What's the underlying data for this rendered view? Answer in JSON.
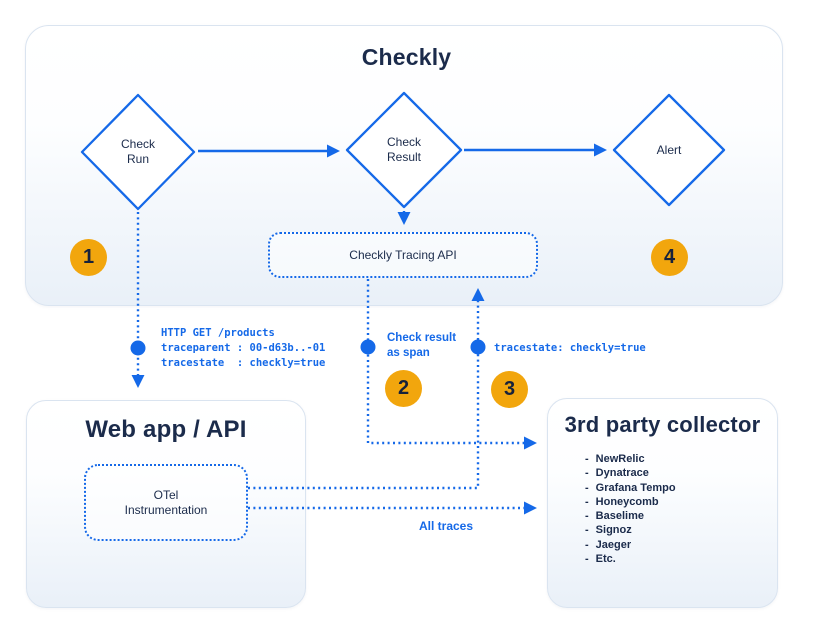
{
  "colors": {
    "accent_blue": "#1569E8",
    "badge_orange": "#F2A60D",
    "navy_text": "#1B2B4B"
  },
  "top_panel": {
    "title": "Checkly",
    "check_run": "Check\nRun",
    "check_result": "Check\nResult",
    "alert": "Alert",
    "tracing_api": "Checkly Tracing API"
  },
  "badges": {
    "one": "1",
    "two": "2",
    "three": "3",
    "four": "4"
  },
  "annotations": {
    "http_request": "HTTP GET /products\ntraceparent : 00-d63b..-01\ntracestate  : checkly=true",
    "check_result_as_span": "Check result\nas span",
    "tracestate": "tracestate: checkly=true",
    "all_traces": "All traces"
  },
  "web_app_panel": {
    "title": "Web app / API",
    "otel": "OTel\nInstrumentation"
  },
  "collector_panel": {
    "title": "3rd party collector",
    "bullet": "-",
    "vendors": [
      "NewRelic",
      "Dynatrace",
      "Grafana Tempo",
      "Honeycomb",
      "Baselime",
      "Signoz",
      "Jaeger",
      "Etc."
    ]
  }
}
